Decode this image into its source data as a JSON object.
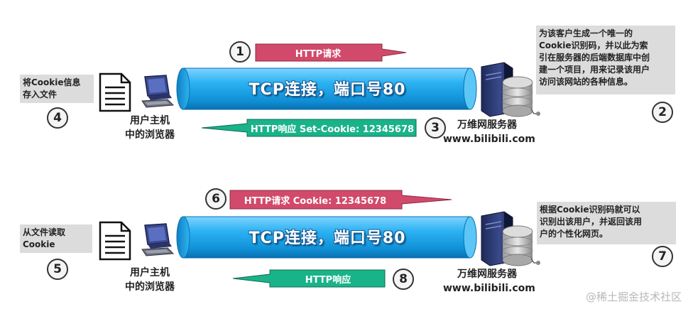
{
  "top": {
    "tube_label": "TCP连接，端口号80",
    "request_label": "HTTP请求",
    "response_label": "HTTP响应 Set-Cookie: 12345678",
    "client_label_line1": "用户主机",
    "client_label_line2": "中的浏览器",
    "server_label_line1": "万维网服务器",
    "server_label_line2": "www.bilibili.com",
    "note_client": "将Cookie信息\n存入文件",
    "note_server": "为该客户生成一个唯一的\nCookie识别码，并以此为索\n引在服务器的后端数据库中创\n建一个项目，用来记录该用户\n访问该网站的各种信息。",
    "step1": "1",
    "step2": "2",
    "step3": "3",
    "step4": "4"
  },
  "bottom": {
    "tube_label": "TCP连接，端口号80",
    "request_label": "HTTP请求  Cookie: 12345678",
    "response_label": "HTTP响应",
    "client_label_line1": "用户主机",
    "client_label_line2": "中的浏览器",
    "server_label_line1": "万维网服务器",
    "server_label_line2": "www.bilibili.com",
    "note_client": "从文件读取\nCookie",
    "note_server": "根据Cookie识别码就可以\n识别出该用户，并返回该用\n户的个性化网页。",
    "step5": "5",
    "step6": "6",
    "step7": "7",
    "step8": "8"
  },
  "watermark": "@稀土掘金技术社区",
  "colors": {
    "tube": "#1aa3e8",
    "request_arrow": "#d24a6b",
    "response_arrow": "#19b38a",
    "note_bg": "#dcdcdc"
  }
}
